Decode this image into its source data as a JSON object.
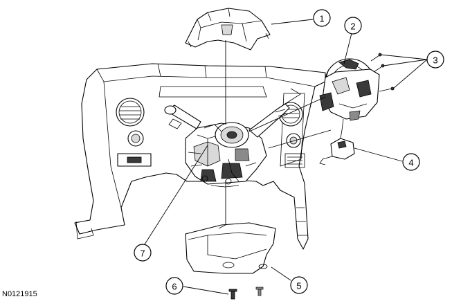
{
  "figure": {
    "id": "N0121915"
  },
  "callouts": [
    {
      "label": "1"
    },
    {
      "label": "2"
    },
    {
      "label": "3"
    },
    {
      "label": "4"
    },
    {
      "label": "5"
    },
    {
      "label": "6"
    },
    {
      "label": "7"
    }
  ]
}
